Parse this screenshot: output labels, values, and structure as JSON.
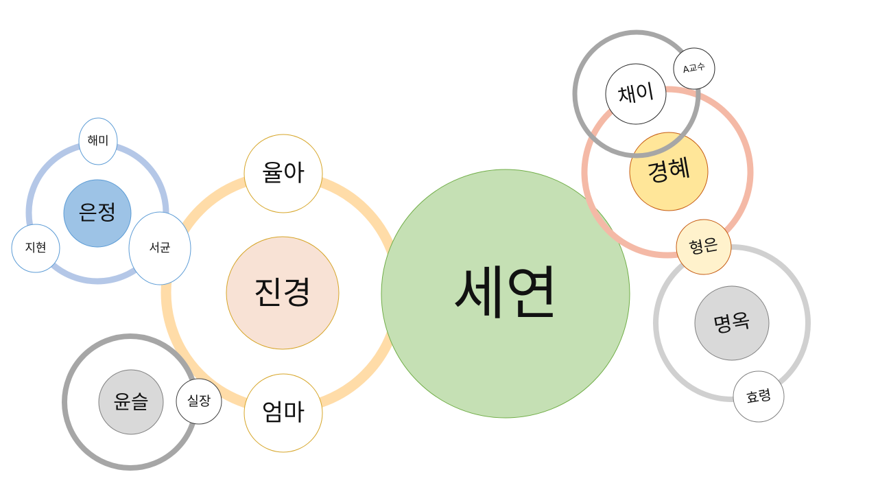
{
  "nodes": {
    "seyeon": {
      "label": "세연",
      "fill": "#c5e0b4",
      "stroke": "#70ad47"
    },
    "jingyeong": {
      "label": "진경",
      "fill": "#f8e2d5",
      "stroke": "#d6a528",
      "ring_color": "#ffdca8"
    },
    "yula": {
      "label": "율아",
      "fill": "#ffffff",
      "stroke": "#d6a528"
    },
    "eomma": {
      "label": "엄마",
      "fill": "#ffffff",
      "stroke": "#d6a528"
    },
    "eunjeong": {
      "label": "은정",
      "fill": "#9dc3e6",
      "stroke": "#5b9bd5",
      "ring_color": "#b4c7e7"
    },
    "haemi": {
      "label": "해미",
      "fill": "#ffffff",
      "stroke": "#5b9bd5"
    },
    "jihyeon": {
      "label": "지현",
      "fill": "#ffffff",
      "stroke": "#5b9bd5"
    },
    "seogyun": {
      "label": "서균",
      "fill": "#ffffff",
      "stroke": "#5b9bd5"
    },
    "yunseul": {
      "label": "윤슬",
      "fill": "#d9d9d9",
      "stroke": "#7f7f7f",
      "ring_color": "#a6a6a6"
    },
    "siljang": {
      "label": "실장",
      "fill": "#ffffff",
      "stroke": "#404040"
    },
    "gyeonghye": {
      "label": "경혜",
      "fill": "#ffe699",
      "stroke": "#c55a11",
      "ring_color": "#f4b9a6"
    },
    "chaei": {
      "label": "채이",
      "fill": "#ffffff",
      "stroke": "#262626",
      "ring_color": "#a6a6a6"
    },
    "agyosu": {
      "label": "A교수",
      "fill": "#ffffff",
      "stroke": "#262626"
    },
    "hyeongeun": {
      "label": "형은",
      "fill": "#fff2cc",
      "stroke": "#c55a11"
    },
    "myeongok": {
      "label": "명옥",
      "fill": "#d9d9d9",
      "stroke": "#7f7f7f",
      "ring_color": "#d0d0d0"
    },
    "hyoryeong": {
      "label": "효령",
      "fill": "#ffffff",
      "stroke": "#7f7f7f"
    }
  }
}
